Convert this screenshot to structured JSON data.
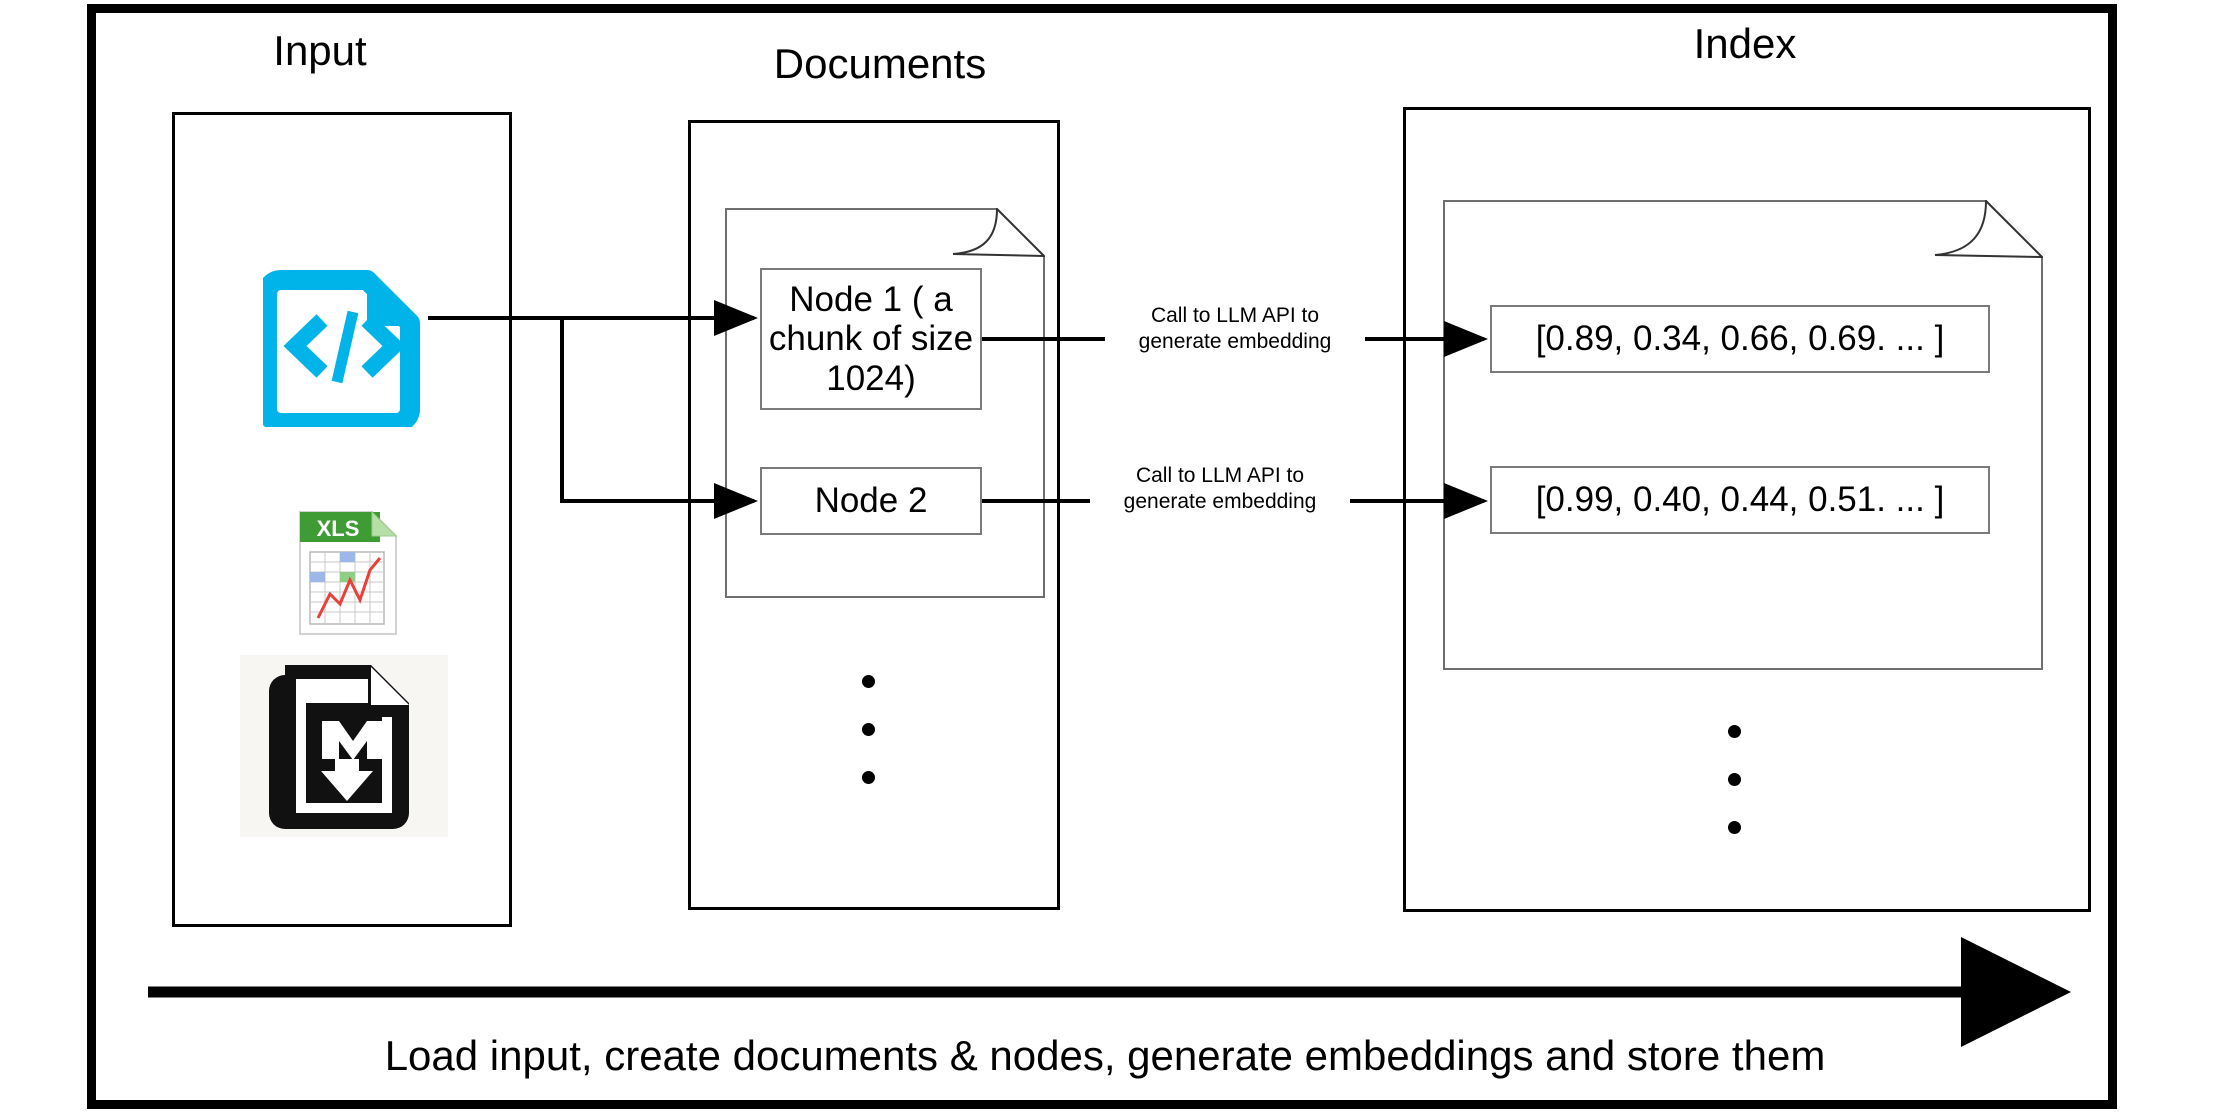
{
  "diagram": {
    "title": "Load input, create documents & nodes, generate embeddings and store them",
    "columns": {
      "input": {
        "heading": "Input"
      },
      "documents": {
        "heading": "Documents"
      },
      "index": {
        "heading": "Index"
      }
    },
    "input_files": [
      {
        "icon": "code-file-icon",
        "label": "Code file",
        "color": "#00b4ea"
      },
      {
        "icon": "xls-file-icon",
        "label": "XLS spreadsheet file",
        "badge": "XLS",
        "color": "#3f9c35"
      },
      {
        "icon": "markdown-file-icon",
        "label": "Markdown file",
        "color": "#111111"
      }
    ],
    "nodes": [
      {
        "label": "Node 1 ( a chunk of size 1024)"
      },
      {
        "label": "Node 2"
      }
    ],
    "edge_labels": [
      "Call to LLM API to\ngenerate embedding",
      "Call to LLM API to\ngenerate embedding"
    ],
    "vectors": [
      {
        "label": "[0.89, 0.34, 0.66, 0.69. ...  ]"
      },
      {
        "label": "[0.99, 0.40, 0.44, 0.51. ...  ]"
      }
    ],
    "ellipsis": {
      "dots": 3
    },
    "colors": {
      "frame": "#000000",
      "panel_border": "#000000",
      "box_border": "#7a7a7a",
      "code_icon": "#00b4ea",
      "xls_green": "#3f9c35",
      "xls_chart_line": "#e8413a",
      "markdown_black": "#111111",
      "background": "#ffffff"
    }
  }
}
